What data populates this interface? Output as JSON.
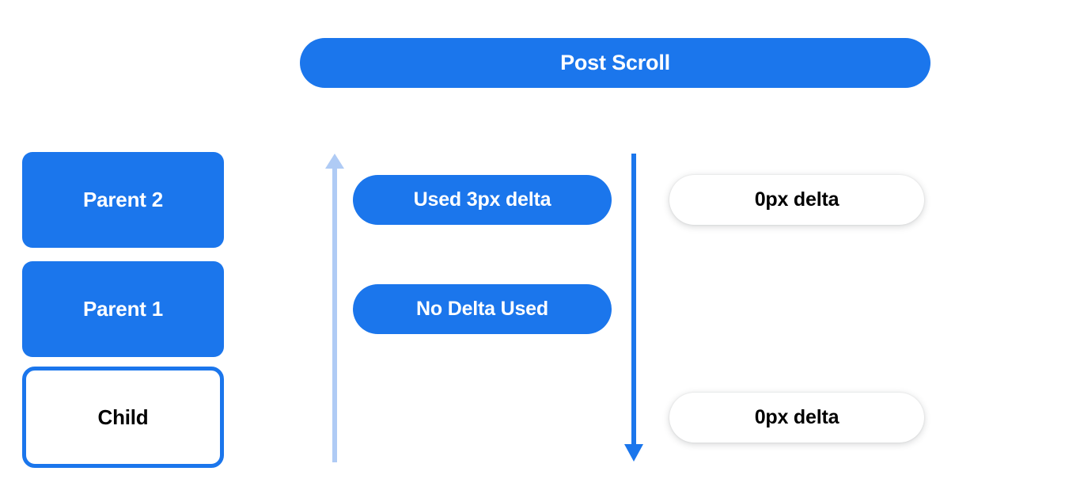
{
  "banner": {
    "title": "Post Scroll"
  },
  "colors": {
    "blue": "#1b76ec",
    "light_blue": "#afcbf5",
    "white": "#ffffff",
    "black": "#000000"
  },
  "left_column": {
    "boxes": [
      {
        "label": "Parent 2",
        "style": "filled"
      },
      {
        "label": "Parent 1",
        "style": "filled"
      },
      {
        "label": "Child",
        "style": "outlined"
      }
    ]
  },
  "arrows": [
    {
      "name": "scroll-chain-up-arrow",
      "direction": "up",
      "color": "#afcbf5"
    },
    {
      "name": "scroll-chain-down-arrow",
      "direction": "down",
      "color": "#1b76ec"
    }
  ],
  "consumed_column": {
    "pills": [
      {
        "label": "Used 3px delta"
      },
      {
        "label": "No Delta Used"
      }
    ]
  },
  "remaining_column": {
    "pills": [
      {
        "label": "0px delta"
      },
      {
        "label": "0px delta"
      }
    ]
  }
}
